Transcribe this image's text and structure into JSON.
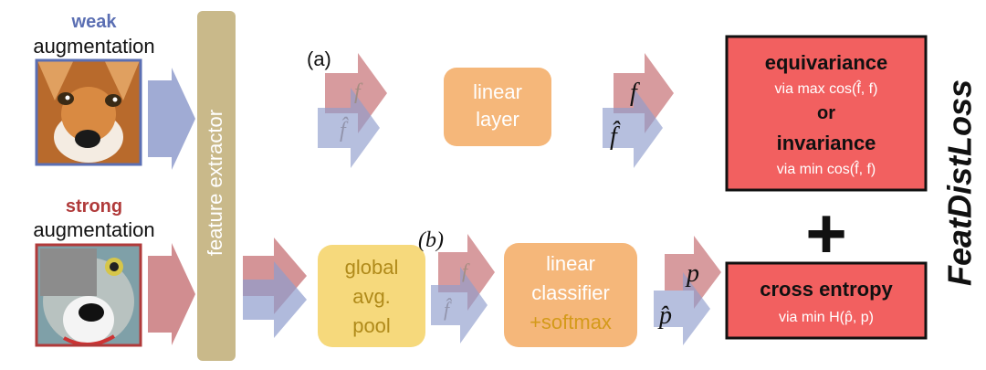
{
  "inputs": {
    "weak": {
      "line1": "weak",
      "line2": "augmentation"
    },
    "strong": {
      "line1": "strong",
      "line2": "augmentation"
    }
  },
  "feature_extractor": {
    "label": "feature extractor"
  },
  "branch_a": {
    "marker": "(a)",
    "in_top": "f",
    "in_bottom": "f̂",
    "box_line1": "linear",
    "box_line2": "layer",
    "out_top": "f",
    "out_bottom": "f̂"
  },
  "branch_b": {
    "marker": "(b)",
    "pool_line1": "global",
    "pool_line2": "avg.",
    "pool_line3": "pool",
    "mid_top": "f",
    "mid_bottom": "f̂",
    "cls_line1": "linear",
    "cls_line2": "classifier",
    "cls_line3": "+softmax",
    "out_top": "p",
    "out_bottom": "p̂"
  },
  "loss_top": {
    "line1": "equivariance",
    "via1": "via max cos(f̂, f)",
    "or": "or",
    "line2": "invariance",
    "via2": "via min cos(f̂, f)"
  },
  "plus": "+",
  "loss_bottom": {
    "line1": "cross entropy",
    "via": "via min H(p̂, p)"
  },
  "side_title": "FeatDistLoss",
  "colors": {
    "weak": "#5b6fb3",
    "strong": "#b03a3a",
    "arrow_red": "#c9797d",
    "arrow_blue": "#8f9ccd",
    "extractor": "#c9b98a",
    "orange_box": "#f5b77a",
    "yellow_box": "#f6d97c",
    "loss_box": "#f26060"
  }
}
